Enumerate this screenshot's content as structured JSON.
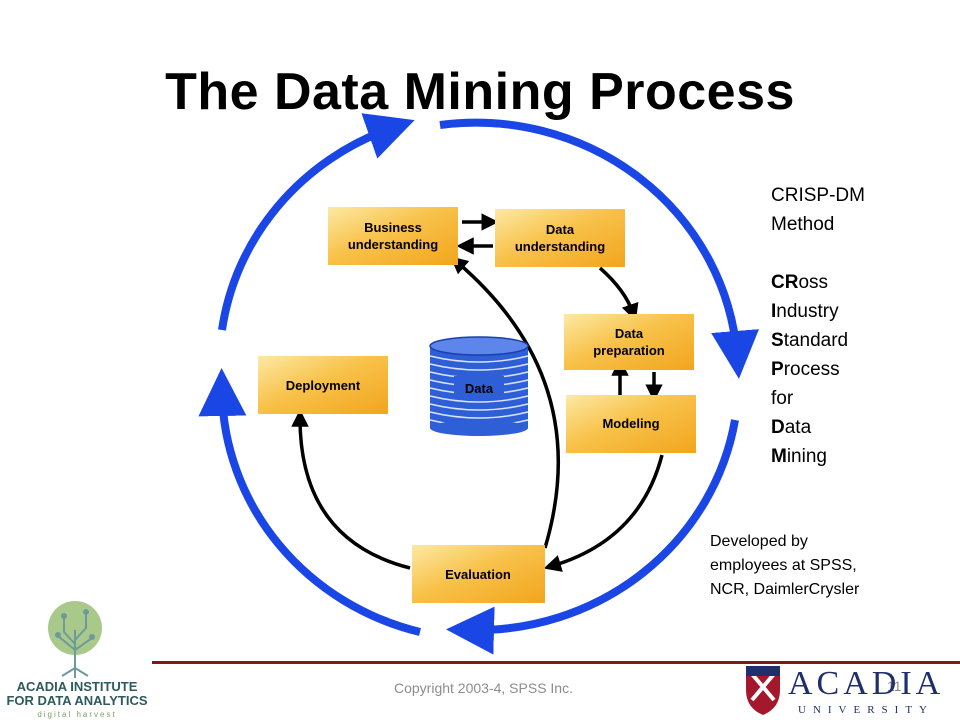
{
  "title": "The Data Mining Process",
  "diagram": {
    "nodes": {
      "business": [
        "Business",
        "understanding"
      ],
      "data_understanding": [
        "Data",
        "understanding"
      ],
      "data_preparation": [
        "Data",
        "preparation"
      ],
      "modeling": "Modeling",
      "evaluation": "Evaluation",
      "deployment": "Deployment",
      "data_store": "Data"
    },
    "colors": {
      "outer_cycle": "#1a46e6",
      "node_fill": "#f7b733",
      "node_fill_light": "#fbd770",
      "data_cylinder": "#2e5fd6",
      "inner_arrows": "#000000"
    }
  },
  "side": {
    "method_title": [
      "CRISP-DM",
      "Method"
    ],
    "acronym": [
      {
        "bold": "CR",
        "rest": "oss"
      },
      {
        "bold": "I",
        "rest": "ndustry"
      },
      {
        "bold": "S",
        "rest": "tandard"
      },
      {
        "bold": "P",
        "rest": "rocess"
      },
      {
        "bold": "",
        "rest": "for"
      },
      {
        "bold": "D",
        "rest": "ata"
      },
      {
        "bold": "M",
        "rest": "ining"
      }
    ],
    "developed_by": [
      "Developed by",
      "employees at SPSS,",
      "NCR, DaimlerCrysler"
    ]
  },
  "footer": {
    "copyright": "Copyright 2003-4, SPSS Inc.",
    "slide_number": "11",
    "left_logo": {
      "line1": "ACADIA INSTITUTE",
      "line2": "FOR DATA ANALYTICS",
      "tagline": "digital harvest"
    },
    "right_logo": {
      "name": "ACADIA",
      "subtitle": "UNIVERSITY"
    }
  }
}
